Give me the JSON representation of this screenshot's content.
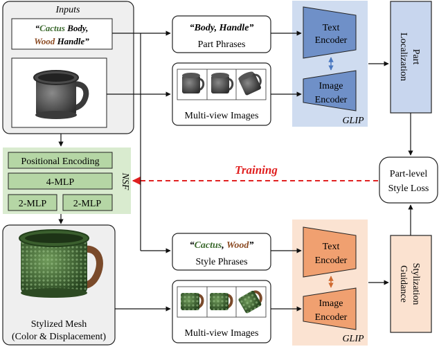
{
  "inputs": {
    "title": "Inputs",
    "quote_open": "“",
    "word_cactus": "Cactus",
    "word_body": " Body,",
    "word_wood": "Wood",
    "word_handle": " Handle",
    "quote_close": "”"
  },
  "part_phrases": {
    "text": "“Body, Handle”",
    "label": "Part Phrases"
  },
  "style_phrases": {
    "quote_open": "“",
    "word_cactus": "Cactus",
    "comma": ", ",
    "word_wood": "Wood",
    "quote_close": "”",
    "label": "Style Phrases"
  },
  "multiview_top": {
    "label": "Multi-view Images"
  },
  "multiview_bottom": {
    "label": "Multi-view Images"
  },
  "glip_top": {
    "label": "GLIP",
    "text_encoder": [
      "Text",
      "Encoder"
    ],
    "image_encoder": [
      "Image",
      "Encoder"
    ]
  },
  "glip_bottom": {
    "label": "GLIP",
    "text_encoder": [
      "Text",
      "Encoder"
    ],
    "image_encoder": [
      "Image",
      "Encoder"
    ]
  },
  "part_localization": [
    "Part",
    "Localization"
  ],
  "part_level_loss": [
    "Part-level",
    "Style Loss"
  ],
  "stylization_guidance": [
    "Stylization",
    "Guidance"
  ],
  "training": "Training",
  "nsf": {
    "label": "NSF",
    "positional_encoding": "Positional Encoding",
    "mlp4": "4-MLP",
    "mlp2_left": "2-MLP",
    "mlp2_right": "2-MLP"
  },
  "stylized_mesh": [
    "Stylized Mesh",
    "(Color & Displacement)"
  ],
  "colors": {
    "cactus": "#3d6b2f",
    "wood": "#8b4a22",
    "training": "#e02020",
    "glip_top_bg": "#cfdcf0",
    "glip_top_box": "#6f90c8",
    "glip_bottom_bg": "#fbe3d2",
    "glip_bottom_box": "#f0a070",
    "nsf_bg": "#d9ebcf",
    "nsf_box": "#b5d6a5",
    "localization": "#c8d6ee",
    "guidance": "#fbe2d0"
  }
}
